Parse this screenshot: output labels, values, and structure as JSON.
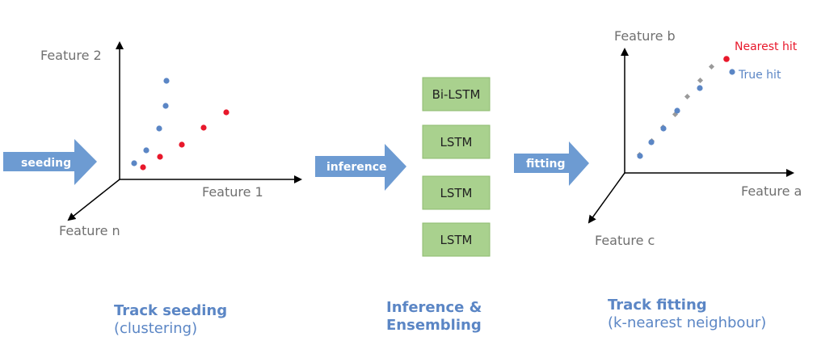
{
  "seeding": {
    "arrow_label": "seeding",
    "axis_y": "Feature 2",
    "axis_x": "Feature 1",
    "axis_z": "Feature n",
    "caption_title": "Track seeding",
    "caption_sub": "(clustering)"
  },
  "inference": {
    "arrow_label": "inference",
    "boxes": [
      "Bi-LSTM",
      "LSTM",
      "LSTM",
      "LSTM"
    ],
    "caption_line1": "Inference &",
    "caption_line2": "Ensembling"
  },
  "fitting": {
    "arrow_label": "fitting",
    "axis_y": "Feature b",
    "axis_x": "Feature a",
    "axis_z": "Feature c",
    "legend_nearest": "Nearest hit",
    "legend_true": "True hit",
    "caption_title": "Track fitting",
    "caption_sub": "(k-nearest neighbour)"
  },
  "colors": {
    "arrow": "#6d9bd2",
    "box": "#a9d18e",
    "box_border": "#8fbc70",
    "blue_point": "#5b86c5",
    "red_point": "#e8182b",
    "gray_point": "#9a9a9a",
    "axis": "#000000",
    "label": "#707070",
    "caption": "#5b86c5"
  }
}
